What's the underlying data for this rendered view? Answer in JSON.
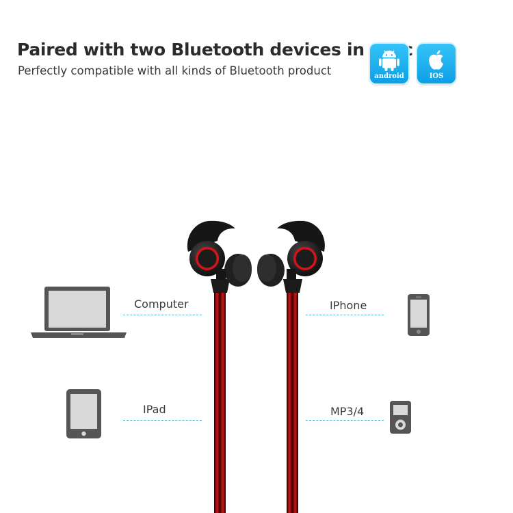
{
  "banner": {
    "headline": "Paired with two Bluetooth devices in sync",
    "subline": "Perfectly compatible with all kinds of Bluetooth product"
  },
  "badges": [
    {
      "label": "android",
      "icon": "android-robot-icon"
    },
    {
      "label": "IOS",
      "icon": "apple-logo-icon"
    }
  ],
  "devices": {
    "computer": "Computer",
    "iphone": "IPhone",
    "ipad": "IPad",
    "mp3": "MP3/4"
  },
  "colors": {
    "badge_blue": "#1aaeee",
    "cable_red": "#d4141b",
    "dash_blue": "#4db4e0",
    "device_gray": "#5a5a5a",
    "screen_gray": "#d9d9d9"
  }
}
